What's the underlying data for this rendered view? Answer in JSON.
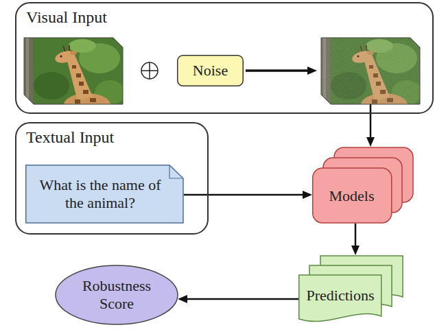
{
  "diagram": {
    "nodes": [
      {
        "text": [
          "Visual Input"
        ]
      },
      {
        "text": [
          "Noise"
        ],
        "in": 0
      },
      {
        "text": [
          "Textual Input"
        ]
      },
      {
        "text": [
          "What is the name of the animal?"
        ],
        "in": 2
      },
      {
        "text": [
          "Models"
        ]
      },
      {
        "text": [
          "Predictions"
        ]
      },
      {
        "text": [
          "Robustness Score"
        ]
      }
    ],
    "edges": [
      {
        "from": 0,
        "to": 4,
        "arrow": "to"
      },
      {
        "from": 3,
        "to": 4,
        "arrow": "to"
      },
      {
        "from": 4,
        "to": 5,
        "arrow": "to"
      },
      {
        "from": 5,
        "to": 6,
        "arrow": "to"
      }
    ]
  }
}
